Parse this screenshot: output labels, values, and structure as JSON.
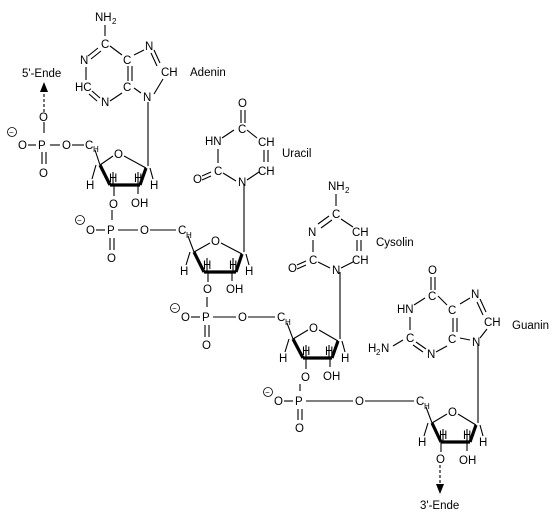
{
  "labels": {
    "five_prime_end": "5'-Ende",
    "three_prime_end": "3'-Ende",
    "adenine": "Adenin",
    "uracil": "Uracil",
    "cytosine": "Cysolin",
    "guanine": "Guanin"
  },
  "atoms": {
    "O": "O",
    "P": "P",
    "C": "C",
    "H": "H",
    "N": "N",
    "NH": "NH",
    "HN": "HN",
    "HC": "HC",
    "CH": "CH",
    "OH": "OH",
    "H2_prefix": "H",
    "NH2_main": "NH",
    "sub2": "2",
    "minus": "−"
  }
}
